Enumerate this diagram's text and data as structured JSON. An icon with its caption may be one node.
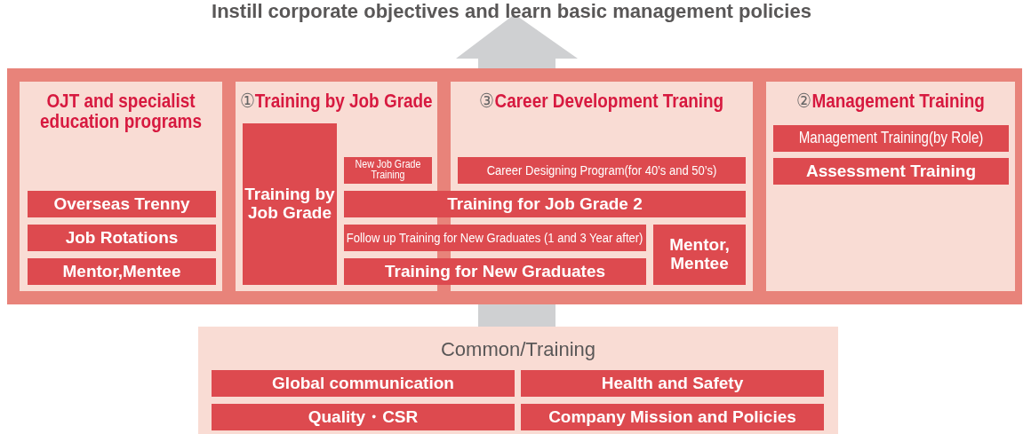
{
  "diagram": {
    "nodes": [
      {
        "text": [],
        "shape": "band"
      },
      {
        "text": [
          "OJT and specialist education programs"
        ],
        "in": 0
      },
      {
        "text": [
          "Overseas Trenny"
        ],
        "in": 1
      },
      {
        "text": [
          "Job Rotations"
        ],
        "in": 1
      },
      {
        "text": [
          "Mentor,Mentee"
        ],
        "in": 1
      },
      {
        "text": [
          "①Training by Job Grade"
        ],
        "in": 0
      },
      {
        "text": [
          "Training by Job Grade"
        ],
        "in": 5
      },
      {
        "text": [
          "New Job Grade Training"
        ],
        "in": 5
      },
      {
        "text": [
          "③Career Development Traning"
        ],
        "in": 0
      },
      {
        "text": [
          "Career Designing Program(for 40’s and 50’s)"
        ],
        "in": 8
      },
      {
        "text": [
          "Training for Job Grade 2"
        ],
        "in": 0
      },
      {
        "text": [
          "Follow up Training for New Graduates (1 and 3 Year after)"
        ],
        "in": 0
      },
      {
        "text": [
          "Training for New Graduates"
        ],
        "in": 0
      },
      {
        "text": [
          "Mentor, Mentee"
        ],
        "in": 8
      },
      {
        "text": [
          "②Management Training"
        ],
        "in": 0
      },
      {
        "text": [
          "Management Training(by Role)"
        ],
        "in": 14
      },
      {
        "text": [
          "Assessment Training"
        ],
        "in": 14
      },
      {
        "text": [
          "Common/Training"
        ]
      },
      {
        "text": [
          "Global communication"
        ],
        "in": 17
      },
      {
        "text": [
          "Health and Safety"
        ],
        "in": 17
      },
      {
        "text": [
          "Quality・CSR"
        ],
        "in": 17
      },
      {
        "text": [
          "Company Mission and Policies"
        ],
        "in": 17
      }
    ],
    "labels": [
      "Instill corporate objectives and learn basic management policies"
    ]
  }
}
